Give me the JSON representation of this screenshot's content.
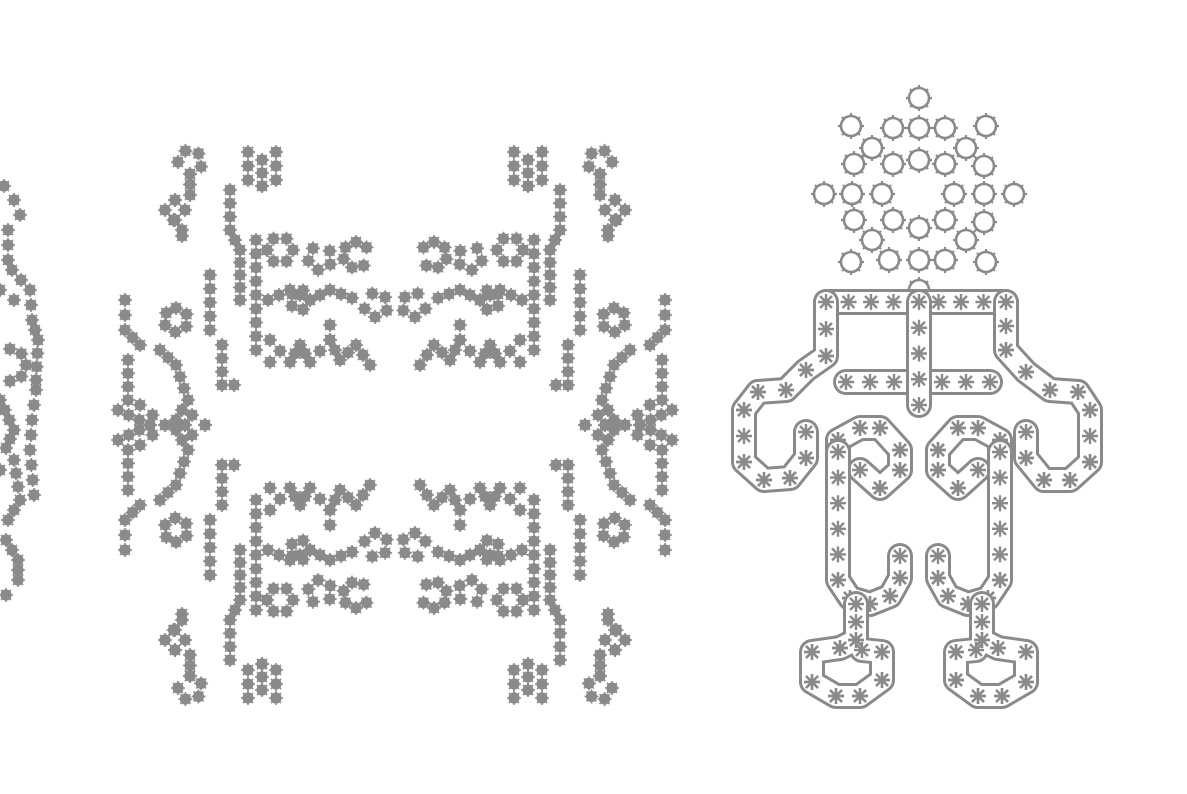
{
  "palette": {
    "background": "#ffffff",
    "stroke": "#8a8a8a",
    "stroke_light": "#b5b5b5",
    "mark": "#555555"
  },
  "figures": [
    {
      "name": "partial-left-pattern",
      "kind": "ornament-edge"
    },
    {
      "name": "symmetric-ornament",
      "kind": "ornament-mirrored"
    },
    {
      "name": "snowflake-robot",
      "kind": "robot"
    }
  ],
  "icons": {
    "cell": "asterisk-cell-icon",
    "ring": "flower-ring-icon",
    "tube": "chain-tube-icon"
  }
}
